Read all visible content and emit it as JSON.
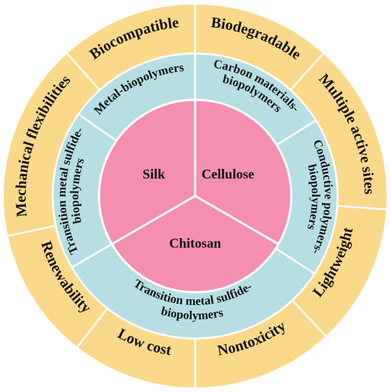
{
  "colors": {
    "outer_ring": "#FAD98A",
    "middle_ring": "#B7DEE3",
    "core": "#F58FB1",
    "divider": "#FFFFFF",
    "text": "#111111"
  },
  "core_sectors": [
    {
      "label": "Silk"
    },
    {
      "label": "Cellulose"
    },
    {
      "label": "Chitosan"
    }
  ],
  "middle_sectors": [
    {
      "lines": [
        "Metal-biopolymers"
      ]
    },
    {
      "lines": [
        "Carbon materials-",
        "biopolymers"
      ]
    },
    {
      "lines": [
        "Conductive polymers-",
        "biopolymers"
      ]
    },
    {
      "lines": [
        "Transition metal sulfide-",
        "biopolymers"
      ]
    },
    {
      "lines": [
        "Transition metal sulfide-",
        "biopolymers"
      ]
    }
  ],
  "outer_sectors": [
    {
      "label": "Biocompatible"
    },
    {
      "label": "Biodegradable"
    },
    {
      "label": "Multiple active sites"
    },
    {
      "label": "Lightweight"
    },
    {
      "label": "Nontoxicity"
    },
    {
      "label": "Low cost"
    },
    {
      "label": "Renewability"
    },
    {
      "label": "Mechanical flexibilities"
    }
  ]
}
